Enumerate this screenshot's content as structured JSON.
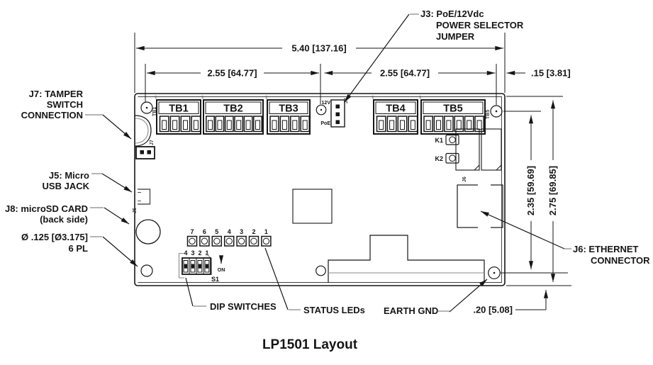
{
  "title": "LP1501 Layout",
  "colors": {
    "ink": "#161616",
    "leader_stub": "#9c9c9c",
    "background": "#ffffff"
  },
  "dimensions": {
    "total_width": "5.40 [137.16]",
    "left_width": "2.55 [64.77]",
    "right_width": "2.55 [64.77]",
    "right_edge_offset": ".15 [3.81]",
    "hole_span_height": "2.35 [59.69]",
    "total_height": "2.75 [69.85]",
    "earth_gnd_offset": ".20 [5.08]"
  },
  "callouts": {
    "j3": {
      "line1": "J3: PoE/12Vdc",
      "line2": "POWER SELECTOR",
      "line3": "JUMPER"
    },
    "j7": {
      "line1": "J7: TAMPER",
      "line2": "SWITCH",
      "line3": "CONNECTION"
    },
    "j5": {
      "line1": "J5: Micro",
      "line2": "USB JACK"
    },
    "j8": {
      "line1": "J8: microSD CARD",
      "line2": "(back side)"
    },
    "mounting_holes": {
      "line1": "Ø .125 [Ø3.175]",
      "line2": "6 PL"
    },
    "j6": {
      "line1": "J6: ETHERNET",
      "line2": "CONNECTOR"
    },
    "dip_switches": "DIP SWITCHES",
    "status_leds": "STATUS LEDs",
    "earth_gnd": "EARTH GND"
  },
  "board": {
    "tb": [
      {
        "label": "TB1",
        "pins": 4
      },
      {
        "label": "TB2",
        "pins": 6
      },
      {
        "label": "TB3",
        "pins": 4
      },
      {
        "label": "TB4",
        "pins": 4
      },
      {
        "label": "TB5",
        "pins": 6
      }
    ],
    "pin1": "1",
    "refs": {
      "tb1": "TB1",
      "tb5": "TB5",
      "j3": "J3",
      "j5": "J5",
      "j6": "J6",
      "j7": "J7",
      "s1": "S1"
    },
    "jumper": {
      "v12": "12V",
      "poe": "PoE"
    },
    "relays": {
      "k1": "K1",
      "k2": "K2"
    },
    "dip_numbers": [
      "4",
      "3",
      "2",
      "1"
    ],
    "dip_on": "ON",
    "led_numbers": [
      "7",
      "6",
      "5",
      "4",
      "3",
      "2",
      "1"
    ]
  }
}
